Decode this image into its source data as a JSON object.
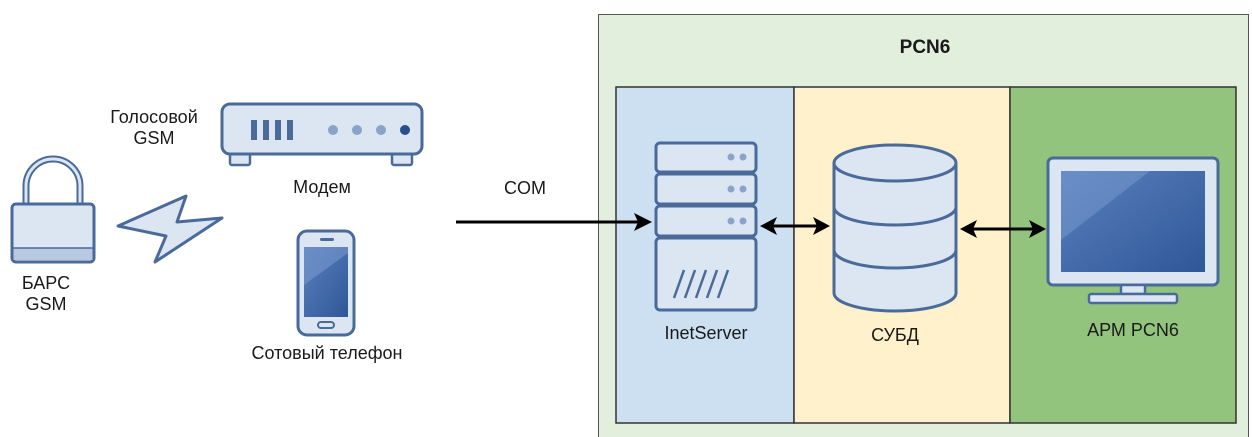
{
  "labels": {
    "voice_gsm_line1": "Голосовой",
    "voice_gsm_line2": "GSM",
    "modem": "Модем",
    "cellphone": "Сотовый телефон",
    "bars_line1": "БАРС",
    "bars_line2": "GSM",
    "com": "COM",
    "system_title": "PCN6",
    "inetserver": "InetServer",
    "dbms": "СУБД",
    "workstation": "АРМ PCN6"
  },
  "colors": {
    "outer_panel": "#e3efdd",
    "server_zone": "#cde0f2",
    "db_zone": "#fff1cc",
    "arm_zone": "#92c47d",
    "icon_fill": "#dce6f2",
    "icon_stroke": "#4a6a9a",
    "icon_dark": "#2a4e8a",
    "screen": "#3b63a3",
    "arrow": "#000000"
  }
}
